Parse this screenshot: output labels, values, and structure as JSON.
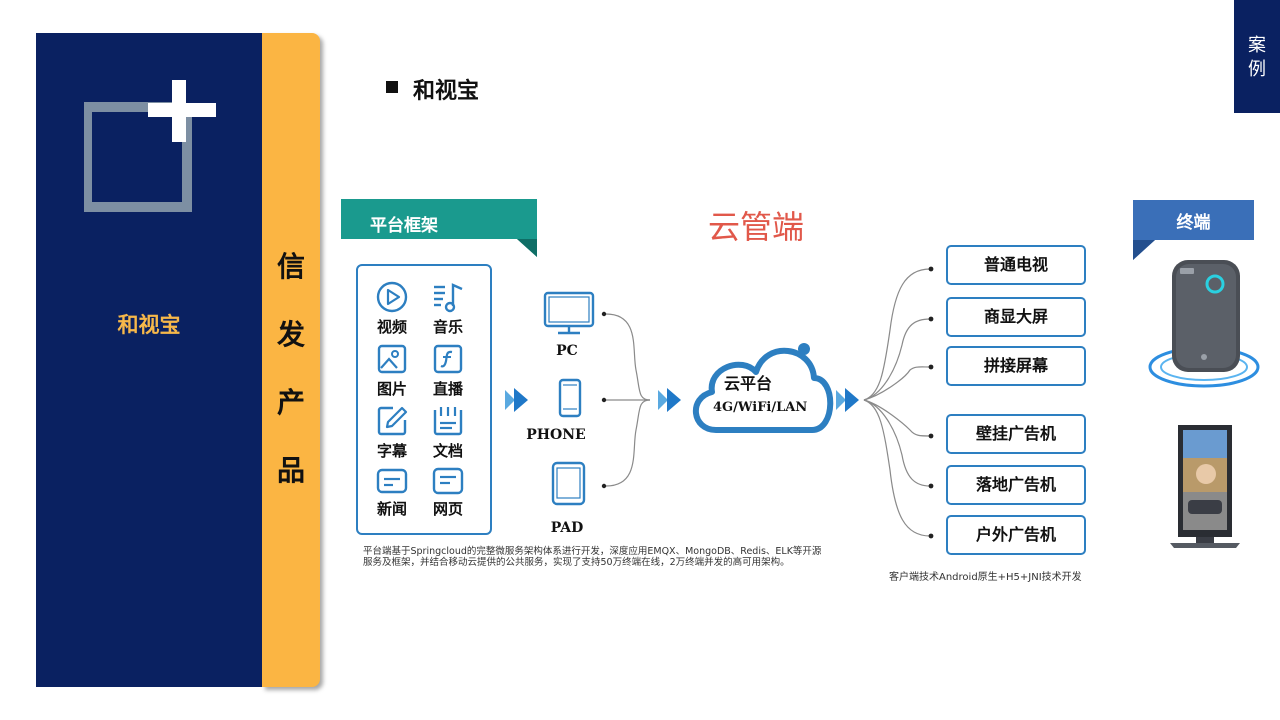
{
  "panel": {
    "title": "和视宝",
    "vertical_text": [
      "信",
      "发",
      "产",
      "品"
    ]
  },
  "case_tag": [
    "案",
    "例"
  ],
  "heading": "和视宝",
  "platform_tab": "平台框架",
  "cloud_title": "云管端",
  "terminal_tab": "终端",
  "features": [
    {
      "label": "视频",
      "icon": "play-icon"
    },
    {
      "label": "音乐",
      "icon": "music-icon"
    },
    {
      "label": "图片",
      "icon": "image-icon"
    },
    {
      "label": "直播",
      "icon": "live-icon"
    },
    {
      "label": "字幕",
      "icon": "subtitle-icon"
    },
    {
      "label": "文档",
      "icon": "document-icon"
    },
    {
      "label": "新闻",
      "icon": "news-icon"
    },
    {
      "label": "网页",
      "icon": "webpage-icon"
    }
  ],
  "devices": [
    "PC",
    "PHONE",
    "PAD"
  ],
  "cloud": {
    "label": "云平台",
    "sub": "4G/WiFi/LAN"
  },
  "terminals": [
    "普通电视",
    "商显大屏",
    "拼接屏幕",
    "壁挂广告机",
    "落地广告机",
    "户外广告机"
  ],
  "platform_note": "平台端基于Springcloud的完整微服务架构体系进行开发，深度应用EMQX、MongoDB、Redis、ELK等开源服务及框架，并结合移动云提供的公共服务，实现了支持50万终端在线，2万终端并发的高可用架构。",
  "client_note": "客户端技术Android原生+H5+JNI技术开发",
  "colors": {
    "navy": "#0a2161",
    "orange": "#fbb543",
    "teal": "#1a9a8e",
    "blue": "#2d7fc1",
    "red": "#e1584a"
  }
}
